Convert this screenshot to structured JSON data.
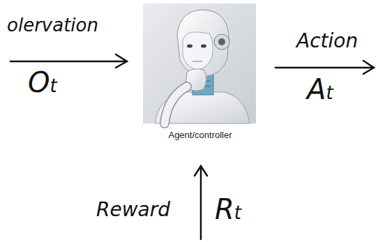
{
  "diagram": {
    "nodes": [
      {
        "text": [
          "Agent/controller"
        ]
      }
    ],
    "labels": [
      "olervation",
      "Ot",
      "Action",
      "At",
      "Reward",
      "Rt"
    ]
  }
}
